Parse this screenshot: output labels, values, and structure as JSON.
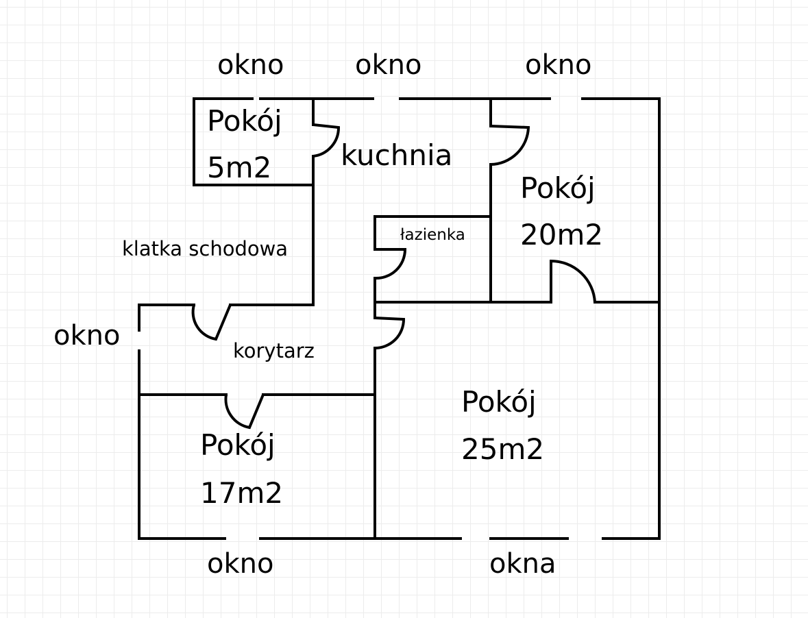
{
  "colors": {
    "ink": "#000000",
    "grid": "#ececec",
    "background": "#ffffff"
  },
  "windows": {
    "top_1": "okno",
    "top_2": "okno",
    "top_3": "okno",
    "left": "okno",
    "bottom_left": "okno",
    "bottom_right": "okna"
  },
  "rooms": {
    "small_room": {
      "name": "Pokój",
      "area": "5m2"
    },
    "kitchen": {
      "name": "kuchnia"
    },
    "room_20": {
      "name": "Pokój",
      "area": "20m2"
    },
    "bathroom": {
      "name": "łazienka"
    },
    "staircase": {
      "name": "klatka schodowa"
    },
    "corridor": {
      "name": "korytarz"
    },
    "room_17": {
      "name": "Pokój",
      "area": "17m2"
    },
    "room_25": {
      "name": "Pokój",
      "area": "25m2"
    }
  }
}
